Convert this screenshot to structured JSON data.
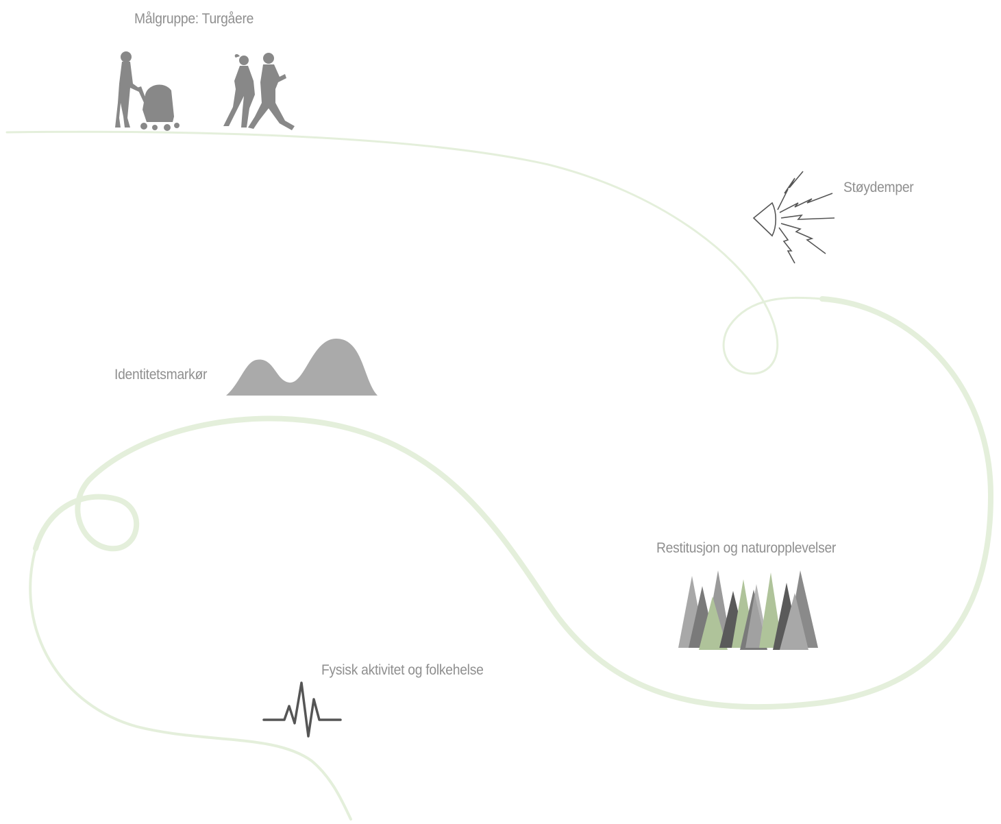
{
  "labels": {
    "target_group": "Målgruppe: Turgåere",
    "noise_dampener": "Støydemper",
    "identity_marker": "Identitetsmarkør",
    "restoration": "Restitusjon og naturopplevelser",
    "physical_activity": "Fysisk aktivitet og folkehelse"
  },
  "colors": {
    "path_line": "#e4efdb",
    "silhouette": "#888888",
    "tree_green": "#afc39a",
    "tree_dark": "#5a5a5a",
    "label_text": "#8f8f8f",
    "icon_stroke": "#555555"
  },
  "icons": {
    "people": "pedestrians-icon",
    "noise": "noise-barrier-icon",
    "identity": "mountains-icon",
    "forest": "forest-icon",
    "health": "heartbeat-icon"
  }
}
